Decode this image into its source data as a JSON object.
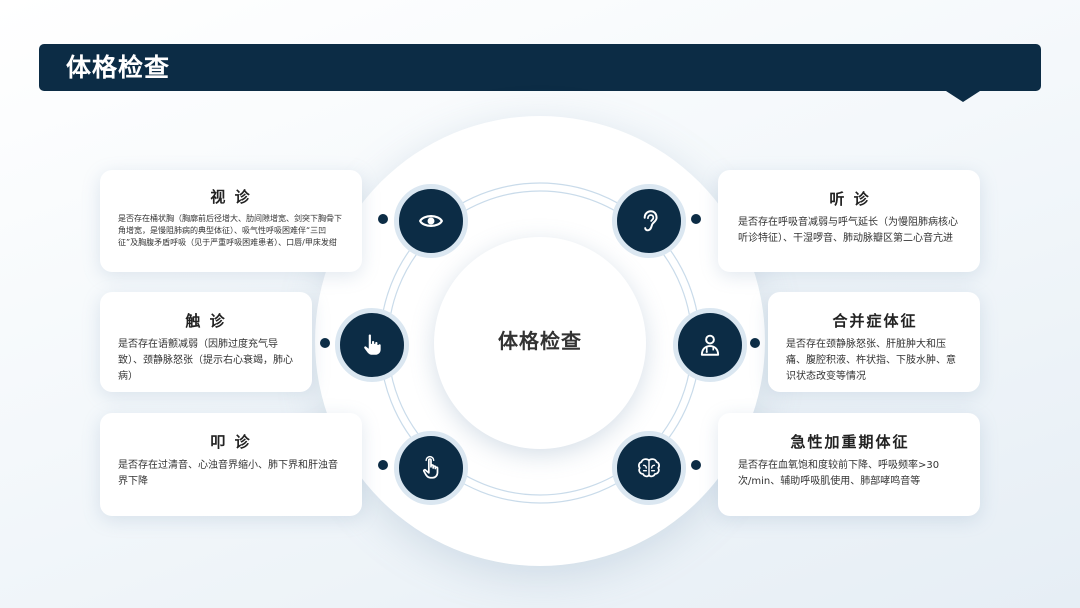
{
  "header": {
    "title": "体格检查"
  },
  "center": {
    "title": "体格检查"
  },
  "cards": {
    "inspection": {
      "title": "视  诊",
      "body": "是否存在桶状胸（胸廓前后径增大、肋间隙增宽、剑突下胸骨下角增宽，是慢阻肺病的典型体征）、吸气性呼吸困难伴“三凹征”及胸腹矛盾呼吸（见于严重呼吸困难患者）、口唇/甲床发绀"
    },
    "palpation": {
      "title": "触  诊",
      "body": "是否存在语颤减弱（因肺过度充气导致）、颈静脉怒张（提示右心衰竭，肺心病）"
    },
    "percussion": {
      "title": "叩  诊",
      "body": "是否存在过清音、心浊音界缩小、肺下界和肝浊音界下降"
    },
    "auscultation": {
      "title": "听  诊",
      "body": "是否存在呼吸音减弱与呼气延长（为慢阻肺病核心听诊特征）、干湿啰音、肺动脉瓣区第二心音亢进"
    },
    "complication": {
      "title": "合并症体征",
      "body": "是否存在颈静脉怒张、肝脏肿大和压痛、腹腔积液、杵状指、下肢水肿、意识状态改变等情况"
    },
    "exacerbation": {
      "title": "急性加重期体征",
      "body": "是否存在血氧饱和度较前下降、呼吸频率>30次/min、辅助呼吸肌使用、肺部哮鸣音等"
    }
  },
  "icons": {
    "inspection": "eye-icon",
    "auscultation": "ear-icon",
    "palpation": "hand-pointer-icon",
    "complication": "doctor-icon",
    "percussion": "tap-gesture-icon",
    "exacerbation": "brain-icon"
  },
  "colors": {
    "primary": "#0c2c45",
    "ring": "#c9dbea"
  }
}
